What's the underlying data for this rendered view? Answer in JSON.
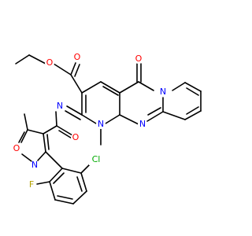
{
  "atoms": {
    "o_ester_carbonyl": {
      "text": "O",
      "color": "#ff0000"
    },
    "o_ester_ether": {
      "text": "O",
      "color": "#ff0000"
    },
    "o_ketone": {
      "text": "O",
      "color": "#ff0000"
    },
    "n_ring_top": {
      "text": "N",
      "color": "#0000ff"
    },
    "n_imine": {
      "text": "N",
      "color": "#0000ff"
    },
    "n_methyl": {
      "text": "N",
      "color": "#0000ff"
    },
    "n_ring_bottom": {
      "text": "N",
      "color": "#0000ff"
    },
    "o_amide": {
      "text": "O",
      "color": "#ff0000"
    },
    "o_isoxazole": {
      "text": "O",
      "color": "#ff0000"
    },
    "n_isoxazole": {
      "text": "N",
      "color": "#0000ff"
    },
    "cl": {
      "text": "Cl",
      "color": "#00aa00"
    },
    "f": {
      "text": "F",
      "color": "#b3a100"
    }
  }
}
